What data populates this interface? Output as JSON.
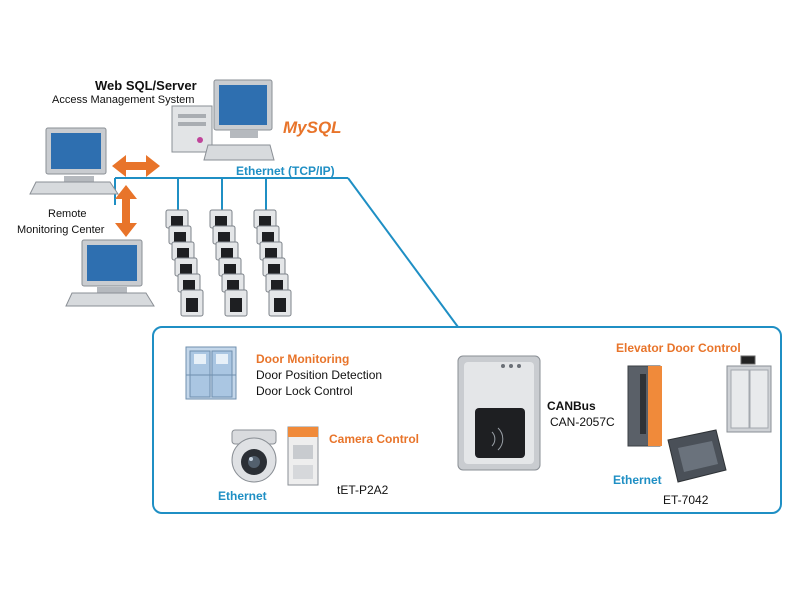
{
  "server": {
    "title": "Web SQL/Server",
    "subtitle": "Access Management System",
    "db_logo_text": "MySQL"
  },
  "network": {
    "ethernet_label": "Ethernet (TCP/IP)"
  },
  "remote": {
    "line1": "Remote",
    "line2": "Monitoring Center"
  },
  "door": {
    "title": "Door Monitoring",
    "line1": "Door Position Detection",
    "line2": "Door Lock Control"
  },
  "camera": {
    "title": "Camera Control",
    "device": "tET-P2A2",
    "ethernet": "Ethernet"
  },
  "canbus": {
    "title": "CANBus",
    "device": "CAN-2057C"
  },
  "elevator": {
    "title": "Elevator Door Control",
    "ethernet": "Ethernet",
    "device": "ET-7042"
  },
  "colors": {
    "accent_orange": "#e8742a",
    "line_blue": "#1f8fc4"
  }
}
